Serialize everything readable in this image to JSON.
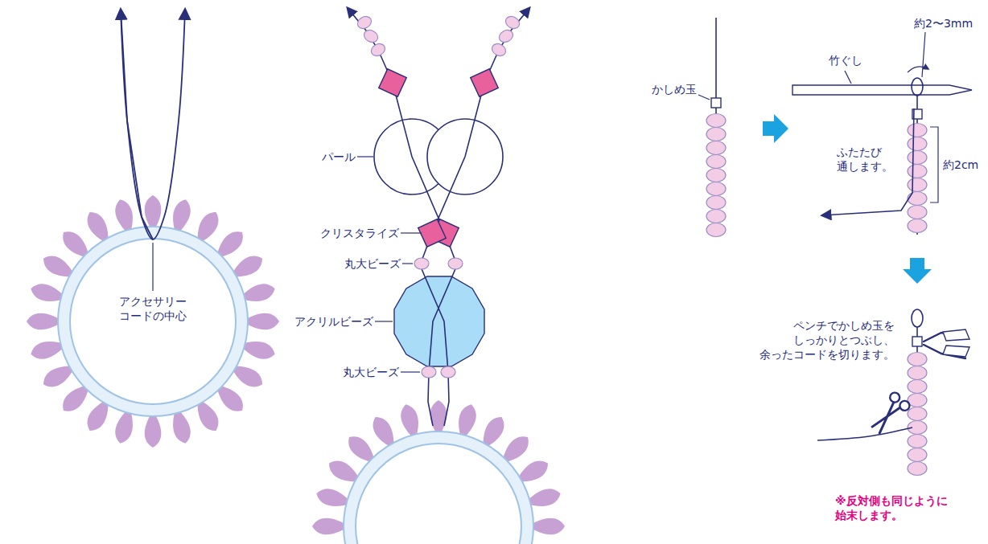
{
  "diagram": {
    "labels": [
      "アクセサリー コードの中心",
      "パール",
      "クリスタライズ",
      "丸大ビーズ",
      "アクリルビーズ",
      "丸大ビーズ",
      "かしめ玉",
      "竹ぐし",
      "約2〜3mm",
      "ふたたび 通します。",
      "約2cm",
      "ペンチでかしめ玉を しっかりとつぶし、 余ったコードを切ります。",
      "※反対側も同じように 始末します。"
    ]
  }
}
